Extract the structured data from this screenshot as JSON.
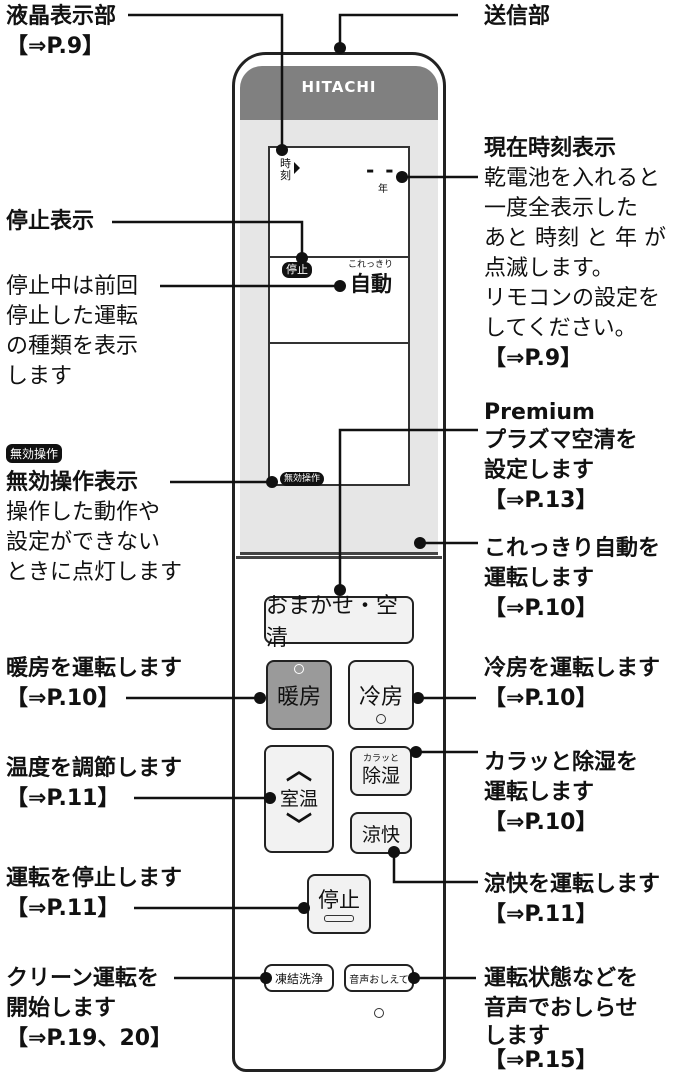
{
  "remote": {
    "brand": "HITACHI",
    "lcd": {
      "clock_mark": "時刻",
      "dashes": "- -",
      "year_mark": "年",
      "stop_badge": "停止",
      "auto_small": "これっきり",
      "auto": "自動",
      "invalid_badge": "無効操作"
    },
    "buttons": {
      "omakase": "おまかせ・空清",
      "heat": "暖房",
      "cool": "冷房",
      "temp": "室温",
      "karatto_small": "カラッと",
      "dehumid": "除湿",
      "ryokai": "涼快",
      "stop": "停止",
      "clean": "凍結洗浄",
      "voice": "音声おしえて"
    }
  },
  "labels": {
    "lcd_display": "液晶表示部",
    "lcd_ref": "【⇒P.9】",
    "stop_display": "停止表示",
    "stop_desc": [
      "停止中は前回",
      "停止した運転",
      "の種類を表示",
      "します"
    ],
    "invalid_icon": "無効操作",
    "invalid_title": "無効操作表示",
    "invalid_desc": [
      "操作した動作や",
      "設定ができない",
      "ときに点灯します"
    ],
    "heat_title": "暖房を運転します",
    "heat_ref": "【⇒P.10】",
    "temp_title": "温度を調節します",
    "temp_ref": "【⇒P.11】",
    "stop_title": "運転を停止します",
    "stop_ref": "【⇒P.11】",
    "clean_title1": "クリーン運転を",
    "clean_title2": "開始します",
    "clean_ref": "【⇒P.19、20】",
    "transmit": "送信部",
    "clock_title": "現在時刻表示",
    "clock_desc": [
      "乾電池を入れると",
      "一度全表示した",
      "あと 時刻 と 年 が",
      "点滅します。",
      "リモコンの設定を",
      "してください。"
    ],
    "clock_ref": "【⇒P.9】",
    "premium_1": "Premium",
    "premium_2": "プラズマ空清を",
    "premium_3": "設定します",
    "premium_ref": "【⇒P.13】",
    "auto_title1": "これっきり自動を",
    "auto_title2": "運転します",
    "auto_ref": "【⇒P.10】",
    "cool_title": "冷房を運転します",
    "cool_ref": "【⇒P.10】",
    "dehumid_title1": "カラッと除湿を",
    "dehumid_title2": "運転します",
    "dehumid_ref": "【⇒P.10】",
    "ryokai_title": "涼快を運転します",
    "ryokai_ref": "【⇒P.11】",
    "voice_title1": "運転状態などを",
    "voice_title2": "音声でおしらせ",
    "voice_title3": "します",
    "voice_ref": "【⇒P.15】"
  }
}
